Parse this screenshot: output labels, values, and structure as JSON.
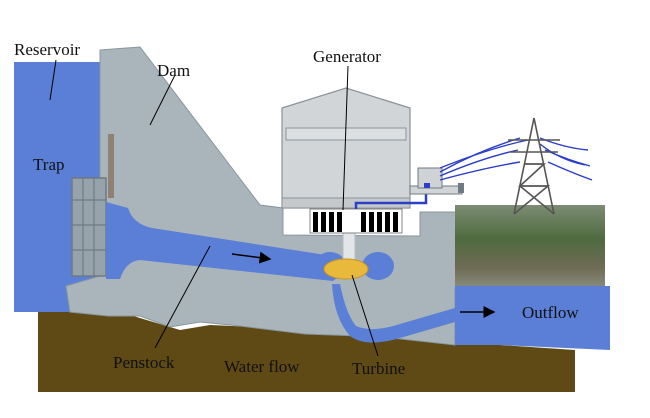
{
  "labels": {
    "reservoir": "Reservoir",
    "dam": "Dam",
    "generator": "Generator",
    "trap": "Trap",
    "penstock": "Penstock",
    "water_flow": "Water flow",
    "turbine": "Turbine",
    "outflow": "Outflow"
  },
  "colors": {
    "water": "#5b7fd6",
    "concrete": "#a9b4bb",
    "ground": "#5f4a16",
    "powerhouse": "#d2d5d7",
    "turbine": "#e8b93a",
    "power_line": "#2a3ec8",
    "trees": "#4f6b3f"
  }
}
